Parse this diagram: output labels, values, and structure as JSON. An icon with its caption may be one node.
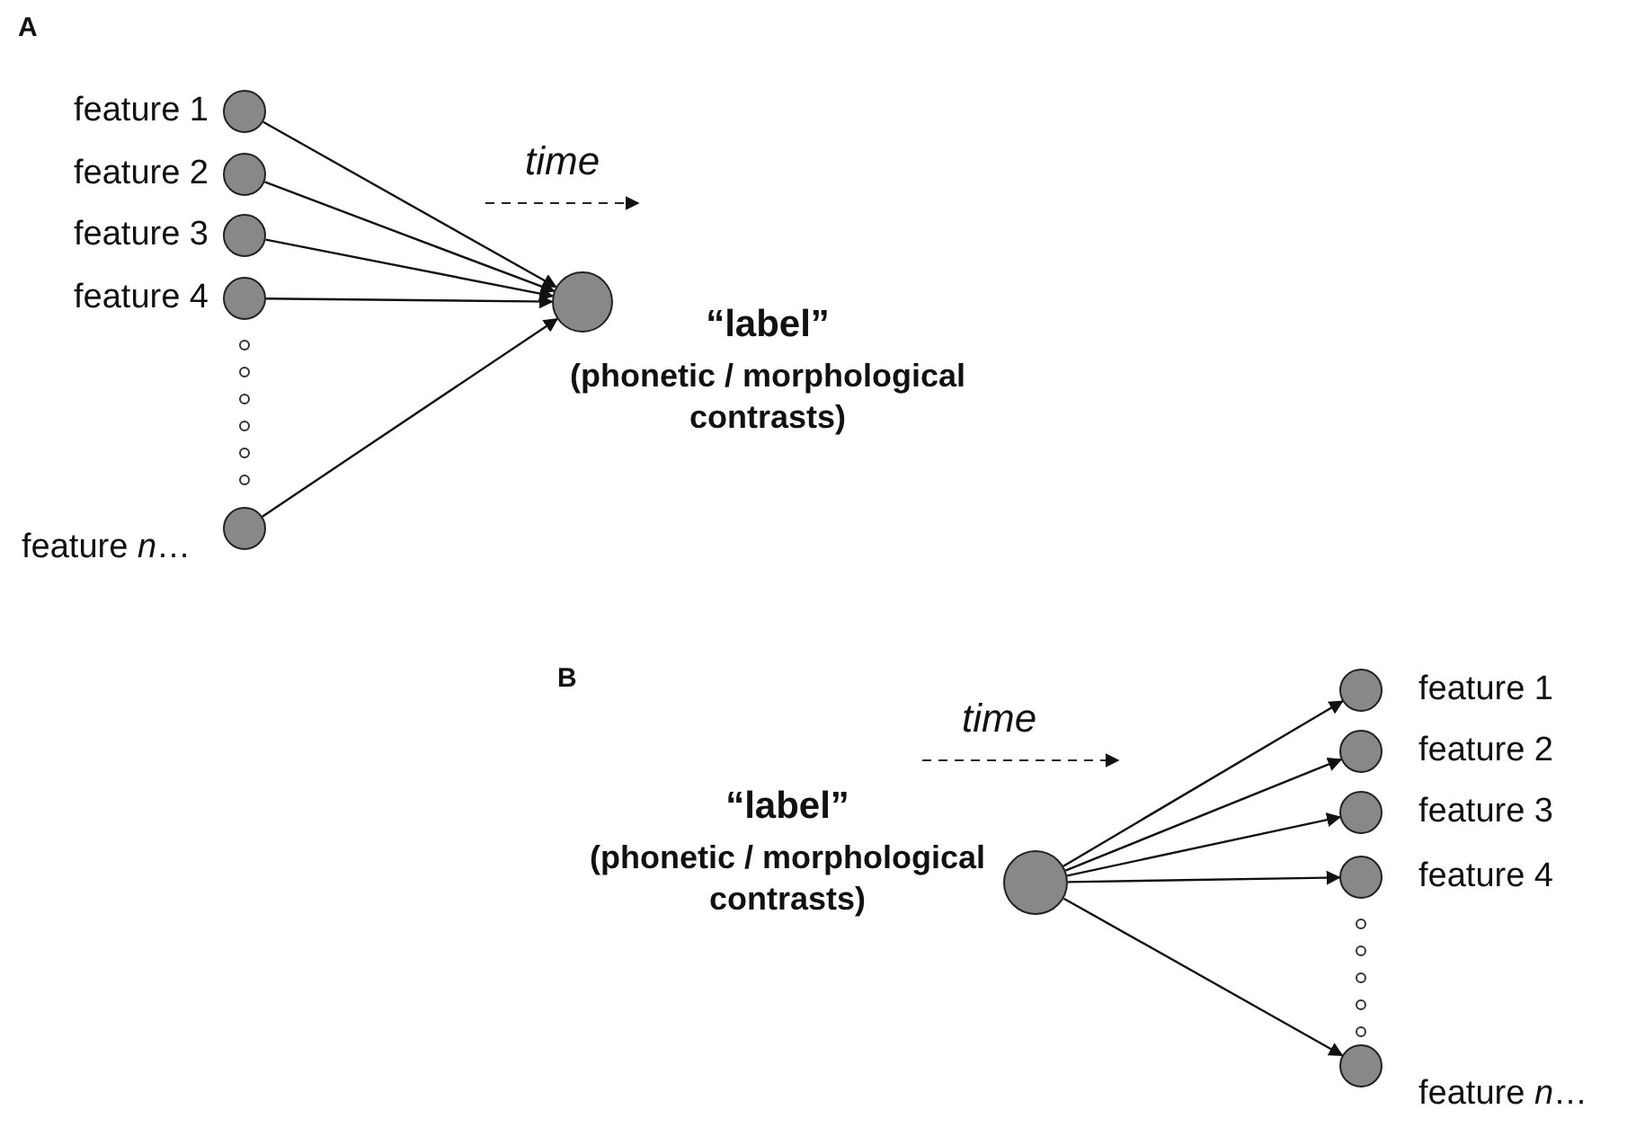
{
  "diagram": {
    "nodes": [
      {
        "text": [],
        "shape": "circle",
        "beside": [
          "feature 1"
        ]
      },
      {
        "text": [],
        "shape": "circle",
        "beside": [
          "feature 2"
        ]
      },
      {
        "text": [],
        "shape": "circle",
        "beside": [
          "feature 3"
        ]
      },
      {
        "text": [],
        "shape": "circle",
        "beside": [
          "feature 4"
        ]
      },
      {
        "text": [],
        "shape": "circle",
        "beside": [
          "feature *n*…"
        ]
      },
      {
        "text": [],
        "shape": "circle",
        "beside": [
          "“label”",
          "(phonetic / morphological contrasts)"
        ]
      },
      {
        "text": [],
        "shape": "circle",
        "beside": [
          "“label”",
          "(phonetic / morphological contrasts)"
        ]
      },
      {
        "text": [],
        "shape": "circle",
        "beside": [
          "feature 1"
        ]
      },
      {
        "text": [],
        "shape": "circle",
        "beside": [
          "feature 2"
        ]
      },
      {
        "text": [],
        "shape": "circle",
        "beside": [
          "feature 3"
        ]
      },
      {
        "text": [],
        "shape": "circle",
        "beside": [
          "feature 4"
        ]
      },
      {
        "text": [],
        "shape": "circle",
        "beside": [
          "feature *n*…"
        ]
      }
    ],
    "edges": [
      {
        "from": 0,
        "to": 5,
        "arrow": "to"
      },
      {
        "from": 1,
        "to": 5,
        "arrow": "to"
      },
      {
        "from": 2,
        "to": 5,
        "arrow": "to"
      },
      {
        "from": 3,
        "to": 5,
        "arrow": "to"
      },
      {
        "from": 4,
        "to": 5,
        "arrow": "to"
      },
      {
        "from": 6,
        "to": 7,
        "arrow": "to"
      },
      {
        "from": 6,
        "to": 8,
        "arrow": "to"
      },
      {
        "from": 6,
        "to": 9,
        "arrow": "to"
      },
      {
        "from": 6,
        "to": 10,
        "arrow": "to"
      },
      {
        "from": 6,
        "to": 11,
        "arrow": "to"
      }
    ],
    "labels": [
      "A",
      "time",
      "B",
      "time"
    ]
  }
}
